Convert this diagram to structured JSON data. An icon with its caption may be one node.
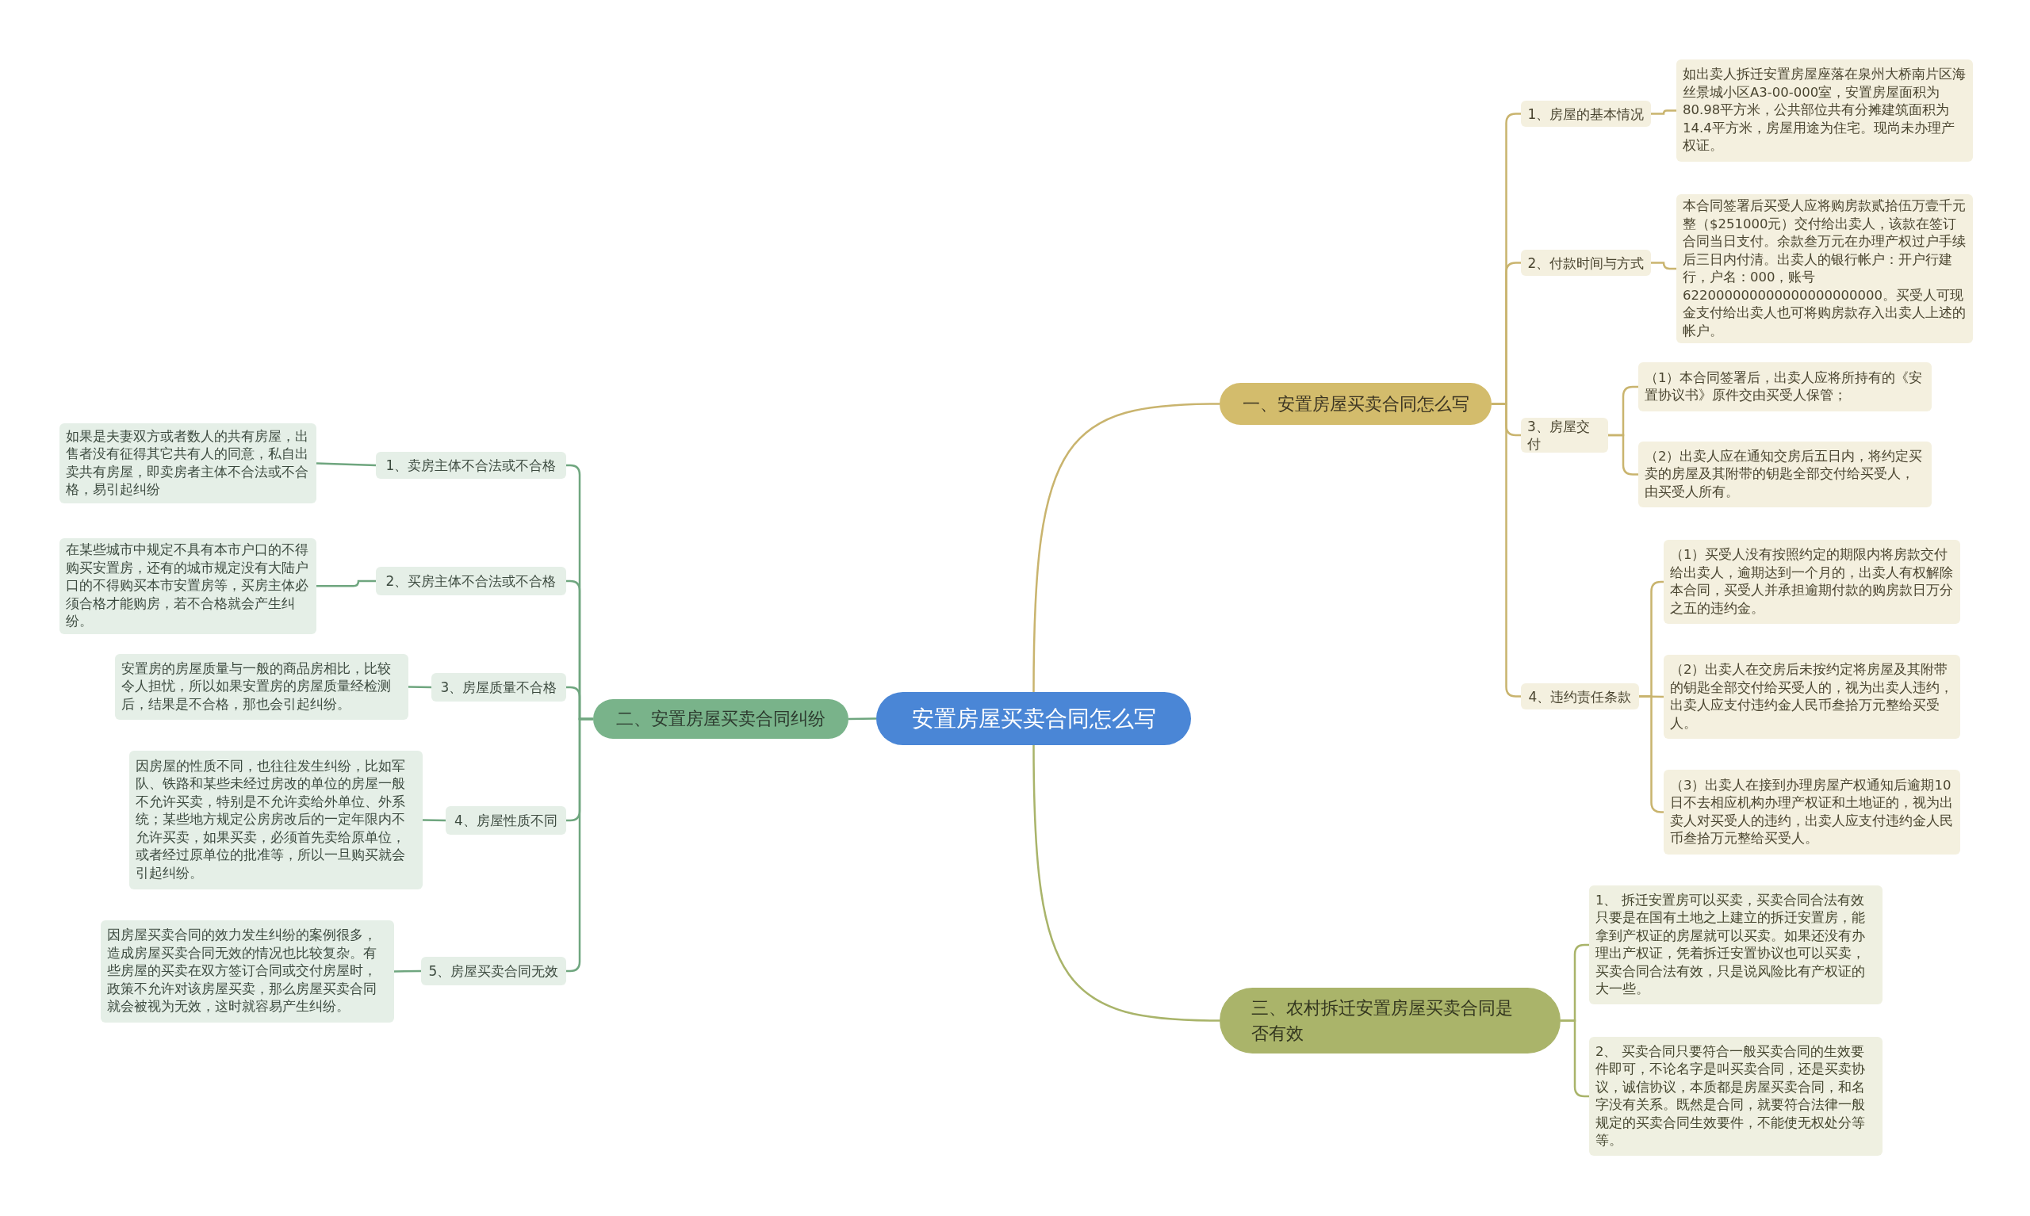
{
  "diagram": {
    "nodes": [
      {
        "text": [
          "安置房屋买卖合同怎么写"
        ]
      },
      {
        "text": [
          "一、安置房屋买卖合同怎么写"
        ]
      },
      {
        "text": [
          "1、房屋的基本情况"
        ]
      },
      {
        "text": [
          "如出卖人拆迁安置房屋座落在泉州大桥南片区海丝景城小区A3-00-000室，安置房屋面积为80.98平方米，公共部位共有分摊建筑面积为14.4平方米，房屋用途为住宅。现尚未办理产权证。"
        ]
      },
      {
        "text": [
          "2、付款时间与方式"
        ]
      },
      {
        "text": [
          "本合同签署后买受人应将购房款贰拾伍万壹千元整（$251000元）交付给出卖人，该款在签订合同当日支付。余款叁万元在办理产权过户手续后三日内付清。出卖人的银行帐户：开户行建行，户名：000，账号622000000000000000000000。买受人可现金支付给出卖人也可将购房款存入出卖人上述的帐户。"
        ]
      },
      {
        "text": [
          "3、房屋交付"
        ]
      },
      {
        "text": [
          "（1）本合同签署后，出卖人应将所持有的《安置协议书》原件交由买受人保管；"
        ]
      },
      {
        "text": [
          "（2）出卖人应在通知交房后五日内，将约定买卖的房屋及其附带的钥匙全部交付给买受人，由买受人所有。"
        ]
      },
      {
        "text": [
          "4、违约责任条款"
        ]
      },
      {
        "text": [
          "（1）买受人没有按照约定的期限内将房款交付给出卖人，逾期达到一个月的，出卖人有权解除本合同，买受人并承担逾期付款的购房款日万分之五的违约金。"
        ]
      },
      {
        "text": [
          "（2）出卖人在交房后未按约定将房屋及其附带的钥匙全部交付给买受人的，视为出卖人违约，出卖人应支付违约金人民币叁拾万元整给买受人。"
        ]
      },
      {
        "text": [
          "（3）出卖人在接到办理房屋产权通知后逾期10日不去相应机构办理产权证和土地证的，视为出卖人对买受人的违约，出卖人应支付违约金人民币叁拾万元整给买受人。"
        ]
      },
      {
        "text": [
          "二、安置房屋买卖合同纠纷"
        ]
      },
      {
        "text": [
          "1、卖房主体不合法或不合格"
        ]
      },
      {
        "text": [
          "如果是夫妻双方或者数人的共有房屋，出售者没有征得其它共有人的同意，私自出卖共有房屋，即卖房者主体不合法或不合格，易引起纠纷"
        ]
      },
      {
        "text": [
          "2、买房主体不合法或不合格"
        ]
      },
      {
        "text": [
          "在某些城市中规定不具有本市户口的不得购买安置房，还有的城市规定没有大陆户口的不得购买本市安置房等，买房主体必须合格才能购房，若不合格就会产生纠纷。"
        ]
      },
      {
        "text": [
          "3、房屋质量不合格"
        ]
      },
      {
        "text": [
          "安置房的房屋质量与一般的商品房相比，比较令人担忧，所以如果安置房的房屋质量经检测后，结果是不合格，那也会引起纠纷。"
        ]
      },
      {
        "text": [
          "4、房屋性质不同"
        ]
      },
      {
        "text": [
          "因房屋的性质不同，也往往发生纠纷，比如军队、铁路和某些未经过房改的单位的房屋一般不允许买卖，特别是不允许卖给外单位、外系统；某些地方规定公房房改后的一定年限内不允许买卖，如果买卖，必须首先卖给原单位，或者经过原单位的批准等，所以一旦购买就会引起纠纷。"
        ]
      },
      {
        "text": [
          "5、房屋买卖合同无效"
        ]
      },
      {
        "text": [
          "因房屋买卖合同的效力发生纠纷的案例很多，造成房屋买卖合同无效的情况也比较复杂。有些房屋的买卖在双方签订合同或交付房屋时，政策不允许对该房屋买卖，那么房屋买卖合同就会被视为无效，这时就容易产生纠纷。"
        ]
      },
      {
        "text": [
          "三、农村拆迁安置房屋买卖合同是否有效"
        ]
      },
      {
        "text": [
          "1、 拆迁安置房可以买卖，买卖合同合法有效只要是在国有土地之上建立的拆迁安置房，能拿到产权证的房屋就可以买卖。如果还没有办理出产权证，凭着拆迁安置协议也可以买卖，买卖合同合法有效，只是说风险比有产权证的大一些。"
        ]
      },
      {
        "text": [
          "2、 买卖合同只要符合一般买卖合同的生效要件即可，不论名字是叫买卖合同，还是买卖协议，诚信协议，本质都是房屋买卖合同，和名字没有关系。既然是合同，就要符合法律一般规定的买卖合同生效要件，不能使无权处分等等。"
        ]
      }
    ],
    "edges": [
      {
        "from": 0,
        "to": 1,
        "arrow": "none"
      },
      {
        "from": 1,
        "to": 2,
        "arrow": "none"
      },
      {
        "from": 2,
        "to": 3,
        "arrow": "none"
      },
      {
        "from": 1,
        "to": 4,
        "arrow": "none"
      },
      {
        "from": 4,
        "to": 5,
        "arrow": "none"
      },
      {
        "from": 1,
        "to": 6,
        "arrow": "none"
      },
      {
        "from": 6,
        "to": 7,
        "arrow": "none"
      },
      {
        "from": 6,
        "to": 8,
        "arrow": "none"
      },
      {
        "from": 1,
        "to": 9,
        "arrow": "none"
      },
      {
        "from": 9,
        "to": 10,
        "arrow": "none"
      },
      {
        "from": 9,
        "to": 11,
        "arrow": "none"
      },
      {
        "from": 9,
        "to": 12,
        "arrow": "none"
      },
      {
        "from": 0,
        "to": 13,
        "arrow": "none",
        "color": "#6fa67f"
      },
      {
        "from": 13,
        "to": 14,
        "arrow": "none",
        "color": "#6fa67f"
      },
      {
        "from": 14,
        "to": 15,
        "arrow": "none",
        "color": "#6fa67f"
      },
      {
        "from": 13,
        "to": 16,
        "arrow": "none",
        "color": "#6fa67f"
      },
      {
        "from": 16,
        "to": 17,
        "arrow": "none",
        "color": "#6fa67f"
      },
      {
        "from": 13,
        "to": 18,
        "arrow": "none",
        "color": "#6fa67f"
      },
      {
        "from": 18,
        "to": 19,
        "arrow": "none",
        "color": "#6fa67f"
      },
      {
        "from": 13,
        "to": 20,
        "arrow": "none",
        "color": "#6fa67f"
      },
      {
        "from": 20,
        "to": 21,
        "arrow": "none",
        "color": "#6fa67f"
      },
      {
        "from": 13,
        "to": 22,
        "arrow": "none",
        "color": "#6fa67f"
      },
      {
        "from": 22,
        "to": 23,
        "arrow": "none",
        "color": "#6fa67f"
      },
      {
        "from": 0,
        "to": 24,
        "arrow": "none",
        "color": "#a9b46a"
      },
      {
        "from": 24,
        "to": 25,
        "arrow": "none",
        "color": "#a9b46a"
      },
      {
        "from": 24,
        "to": 26,
        "arrow": "none",
        "color": "#a9b46a"
      }
    ]
  }
}
